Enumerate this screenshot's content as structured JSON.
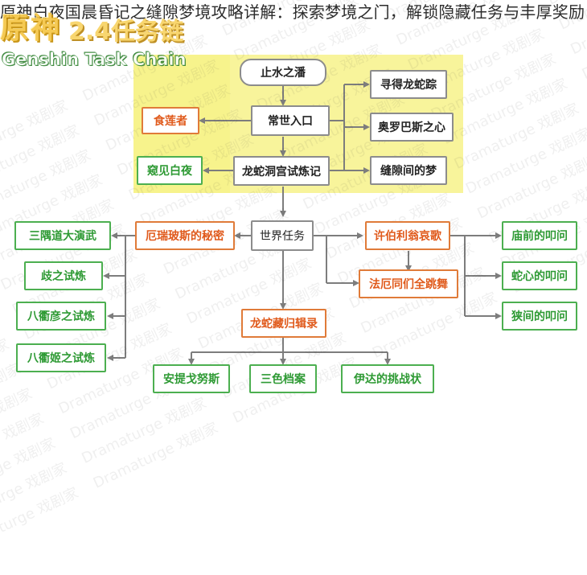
{
  "page_title": "原神白夜国晨昏记之缝隙梦境攻略详解：探索梦境之门，解锁隐藏任务与丰厚奖励",
  "logo": {
    "big_text": "原神",
    "version_text": "2.4任务链",
    "english_text": "Genshin Task Chain"
  },
  "watermark_text": "Dramaturge 戏剧家",
  "colors": {
    "highlight": "#f7f28a",
    "line": "#7d7d7d",
    "orange": "#e07b39",
    "green": "#4caf50"
  },
  "nodes": {
    "start": "止水之潘",
    "changshi": "常世入口",
    "shilianzhe": "食莲者",
    "xundelongshe": "寻得龙蛇踪",
    "aoluobasi": "奥罗巴斯之心",
    "longshedong": "龙蛇洞宫试炼记",
    "kuijianbaiye": "窥见白夜",
    "fengxijianmeng": "缝隙间的梦",
    "shijierenwu": "世界任务",
    "eruibosi": "厄瑞玻斯的秘密",
    "xubolie": "许伯利翁哀歌",
    "sanyudao": "三隅道大演武",
    "qizhishilian": "歧之试炼",
    "bayiyan": "八衢彦之试炼",
    "bayiji": "八衢姬之试炼",
    "faequmen": "法厄同们全跳舞",
    "miaoqian": "庙前的叩问",
    "shexin": "蛇心的叩问",
    "xiajian": "狭间的叩问",
    "longshecang": "龙蛇藏归辑录",
    "anti": "安提戈努斯",
    "sanse": "三色档案",
    "yida": "伊达的挑战状"
  }
}
